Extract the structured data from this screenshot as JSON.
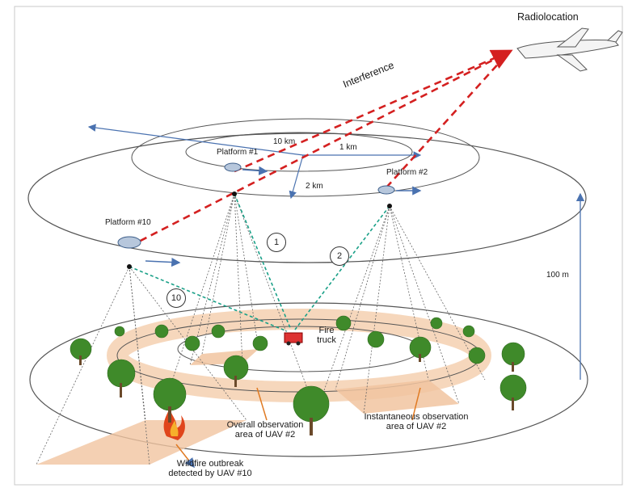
{
  "labels": {
    "radiolocation": "Radiolocation",
    "interference": "Interference",
    "radius_10km": "10 km",
    "radius_1km": "1 km",
    "radius_2km": "2 km",
    "platform_1": "Platform #1",
    "platform_2": "Platform #2",
    "platform_10": "Platform #10",
    "height": "100 m",
    "fire_truck_line1": "Fire",
    "fire_truck_line2": "truck",
    "overall_area_line1": "Overall observation",
    "overall_area_line2": "area of UAV #2",
    "instant_area_line1": "Instantaneous observation",
    "instant_area_line2": "area of UAV #2",
    "wildfire_line1": "Wildfire outbreak",
    "wildfire_line2": "detected by UAV #10"
  },
  "links": [
    "1",
    "2",
    "10"
  ],
  "colors": {
    "interference": "#d42020",
    "link": "#1aa088",
    "orbit": "#5a7fb5",
    "ring": "#f3c9a6",
    "tree": "#3f8a2a",
    "fire": "#e0451b"
  }
}
